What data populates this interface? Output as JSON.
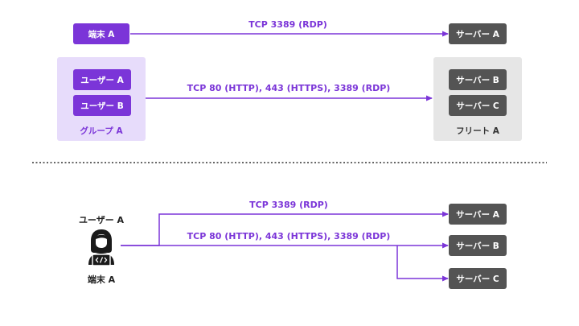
{
  "top": {
    "terminal": "端末 A",
    "server_a": "サーバー A",
    "edge_rdp": "TCP 3389 (RDP)",
    "group": {
      "user_a": "ユーザー A",
      "user_b": "ユーザー B",
      "label": "グループ A"
    },
    "edge_multi": "TCP 80 (HTTP), 443 (HTTPS), 3389 (RDP)",
    "fleet": {
      "server_b": "サーバー B",
      "server_c": "サーバー C",
      "label": "フリート A"
    }
  },
  "bottom": {
    "user": "ユーザー A",
    "terminal": "端末 A",
    "edge_rdp": "TCP 3389 (RDP)",
    "edge_multi": "TCP 80 (HTTP), 443 (HTTPS), 3389 (RDP)",
    "server_a": "サーバー A",
    "server_b": "サーバー B",
    "server_c": "サーバー C"
  },
  "colors": {
    "accent": "#7b35d8",
    "server": "#545454",
    "group_bg": "#e7dcfb",
    "fleet_bg": "#e6e6e6",
    "divider": "#333333"
  },
  "icons": [
    "user-laptop-icon",
    "code-icon"
  ]
}
